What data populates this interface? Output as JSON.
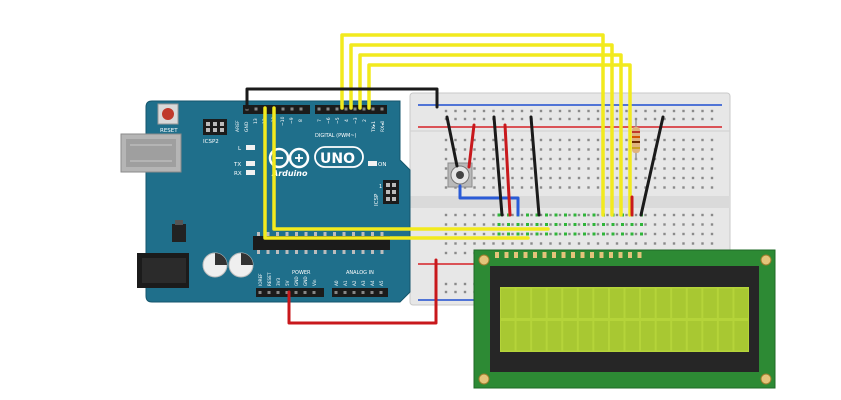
{
  "arduino": {
    "reset_label": "RESET",
    "icsp2_label": "ICSP2",
    "icsp_label": "ICSP",
    "aref_label": "AREF",
    "gnd_label": "GND",
    "pin13_label": "13",
    "pin12_label": "12",
    "pwm11_label": "~11",
    "pwm10_label": "~10",
    "pwm9_label": "~9",
    "pin8_label": "8",
    "pin7_label": "7",
    "pwm6_label": "~6",
    "pwm5_label": "~5",
    "pin4_label": "4",
    "pwm3_label": "~3",
    "pin2_label": "2",
    "tx_label": "TX▸1",
    "rx_label": "RX◂0",
    "digital_label": "DIGITAL (PWM~)",
    "l_led_label": "L",
    "tx_led_label": "TX",
    "rx_led_label": "RX",
    "on_label": "ON",
    "brand_label": "Arduino",
    "model_label": "UNO",
    "power_label": "POWER",
    "analog_in_label": "ANALOG IN",
    "ioref_label": "IOREF",
    "reset_pin_label": "RESET",
    "v33_label": "3V3",
    "v5_label": "5V",
    "gnd2_label": "GND",
    "gnd3_label": "GND",
    "vin_label": "Vin",
    "a0_label": "A0",
    "a1_label": "A1",
    "a2_label": "A2",
    "a3_label": "A3",
    "a4_label": "A4",
    "a5_label": "A5",
    "one_label": "1"
  },
  "colors": {
    "board": "#1f6f8b",
    "board_dark": "#15566c",
    "breadboard": "#e6e6e6",
    "rail_red": "#d62027",
    "rail_blue": "#1f4fd1",
    "hole_green": "#2fb53a",
    "wire_yellow": "#f2ea1e",
    "wire_red": "#c8181c",
    "wire_black": "#1a1a1a",
    "wire_blue": "#2a5bd7",
    "lcd_pcb": "#2d8a34",
    "lcd_bezel": "#262626",
    "lcd_screen": "#b5d43a"
  }
}
